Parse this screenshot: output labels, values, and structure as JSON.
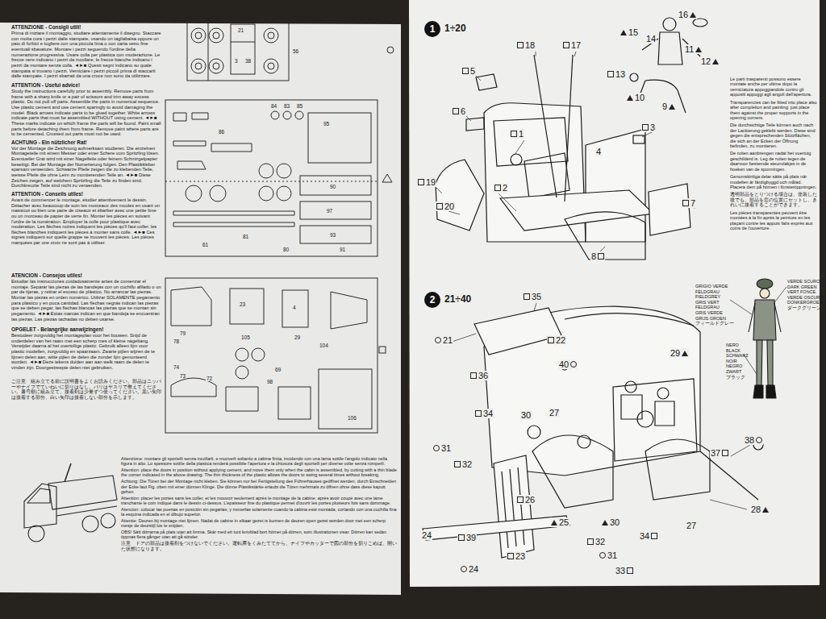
{
  "diagram": {
    "nodes": [
      {
        "text": [
          "1"
        ]
      },
      {
        "text": [
          "2"
        ]
      }
    ],
    "labels": [
      "ATTENZIONE - Consigli utili!",
      "Prima di iniziare il montaggio, studiare attentamente il disegno. Staccare con molta cura i pezzi dalle stampate, usando un tagliabalsa oppure un paio di forbici e togliere con una piccola lima o con carta vetro fine eventuali sbavature. Montare i pezzi seguendo l'ordine della numerazione progressiva. Usare colla per plastica con moderazione. Le frecce nere indicano i pezzi da incollare, le frecce bianche indicano i pezzi da montare senza colla. ◄►■ Questi segni indicano su quale stampata si trovano i pezzi. Verniciare i pezzi piccoli prima di staccarli dalle stampate. I pezzi sbarrati da una croce non sono da utilizzare.",
      "ATTENTION - Useful advice!",
      "Study the instructions carefully prior to assembly. Remove parts from frame with a sharp knife or a pair of scissors and trim away excess plastic. Do not pull off parts. Assemble the parts in numerical sequence. Use plastic cement and use cement sparingly to avoid damaging the model. Black arrows indicate parts to be glued together. White arrows indicate parts that must be assembled WITHOUT using cement. ◄►■ These marks indicate on which frame the parts will be found. Paint small parts before detaching them from frame. Remove paint where parts are to be cemented. Crossed out parts must not be used.",
      "ACHTUNG - Ein nützlicher Rat!",
      "Vor der Montage die Zeichnung aufmerksam studieren. Die einzelnen Montageteile mit einem Messer oder einer Schere vom Spritzling lösen. Eventueller Grat wird mit einer Nagelfeile oder feinem Schmirgelpapier beseitigt. Bei der Montage der Numerierung folgen. Den Plastikkleber sparsam verwenden. Schwarze Pfeile zeigen die zu klebenden Teile, weisse Pfeile die ohne Leim zu montierenden Teile an. ◄►■ Diese Zeichen zeigen, auf welchem Spritzling die Teile zu finden sind. Durchkreuzte Teile sind nicht zu verwenden.",
      "ATTENTION - Conseils utiles!",
      "Avant de commencer le montage, étudier attentivement le dessin. Détacher avec beaucoup de soin les morceaux des moules en usant un massicot ou bien une paire de ciseaux et ébarber avec une petite lime ou un morceau de papier de verre fin. Monter les pièces en suivant l'ordre de la numération. Employer la colle pour plastique avec modération. Les flèches noires indiquent les pièces qu'il faut coller, les flèches blanches indiquent les pièces à monter sans colle. ◄►■ Ces signes indiquent sur quelle grappe se trouvent les pièces. Les pièces marquées par une croix ne sont pas à utiliser.",
      "ATENCION - Consejos utiles!",
      "Estudiar las instrucciones cuidadosamente antes de comenzar el montaje. Separar las piezas de las bandejas con un cuchillo afilado o un par de tijeras, y retirar el exceso de plástico. No arrancar las piezas. Montar las piezas en orden numérico. Utilizar SOLAMENTE pegamento para plástico y en poca cantidad. Las flechas negras indican las piezas que se deben pegar, las flechas blancas las piezas que se montan sin pegamento. ◄►■ Estas marcas indican en que bandeja se encuentran las piezas. Las piezas tachadas no deben usarse.",
      "OPGELET - Belangrijke aanwijzingen!",
      "Bestudeer zorgvuldig het montageplan voor het bouwen. Snijd de onderdelen van het raam met een scherp mes of kleine nageltang. Verwijder daarna al het overtollige plastic. Gebruik alleen lijm voor plastic modellen, zorgvuldig en spaarzaam. Zwarte pijlen wijzen de te lijmen delen aan, witte pijlen de delen die zonder lijm gemonteerd worden. ◄►■ Deze tekens duiden aan aan welk raam de delen te vinden zijn. Doorgestreepte delen niet gebruiken.",
      "ご注意　組み立てる前に説明書をよくお読みください。部品はニッパーやナイフでていねいに切りはなし、バリはヤスリで整えてください。番号順に組み立て、接着剤は少量ずつ使ってください。黒い矢印は接着する部分、白い矢印は接着しない部分を示します。",
      "Attenzione: montare gli sportelli senza incollarli, e muoverli soltanto a cabina finita, incidendo con una lama sottile l'angolo indicato nella figura in alto. Lo spessore sottile della plastica renderà possibile l'apertura e la chiusura degli sportelli per diverse volte senza romperli.",
      "Attention: place the doors in position without applying cement, and move them only when the cabin is assembled, by cutting with a thin blade the corner indicated in the above drawing. The thin thickness of the plastic allows the doors to swing several times without breaking.",
      "Achtung: Die Türen bei der Montage nicht kleben. Sie können nur bei Fertigstellung des Führerhauses geöffnet werden, durch Einschneiden der Ecke laut Fig. oben mit einer dünnen Klinge. Die dünne Plastikstärke erlaubt die Türen mehrmals zu öffnen ohne dass diese kaputt gehen.",
      "Attention: placer les portes sans les coller, et les mouvoir seulement après le montage de la cabine, après avoir coupé avec une lame tranchante le coin indiqué dans le dessin ci-dessus. L'épaisseur fine du plastique permet d'ouvrir les portes plusieurs fois sans dommage.",
      "Atencion: colocar las puertas en posición sin pegarlas, y moverlas solamente cuando la cabina esté montada, cortando con una cuchilla fina la esquina indicada en el dibujo superior.",
      "Attentie: Deuren bij montage niet lijmen. Nadat de cabine in elkaar gezet is kunnen de deuren open gezet worden door met een scherp mesje de deurstijl los te snijden.",
      "OBS! Sätt dörrarna på plats utan att limma. Skär med ett tunt knivblad bort hörnet på dörren, som illustrationen visar. Dörren kan sedan öppnas flera gånger utan att gå sönder.",
      "注意　ドアの部品は接着剤をつけないでください。運転席をくみたててから、ナイフやカッターで図の部分を切りこめば、開いた状態になります。",
      "Le parti trasparenti possono essere montate anche per ultime dopo la verniciatura appoggiandole contro gli appositi appoggi agli angoli dell'apertura.",
      "Transparencies can be fitted into place also after completion and painting: just place them against the proper supports in the opening corners.",
      "Die durchsichtige Teile können auch nach der Lackierung geklebt werden. Diese sind gegen die entsprechenden Stützflächen, die sich an der Ecken der Öffnung befinden, zu montieren.",
      "De ruiten aanbrengen nadat het voertuig geschilderd is. Leg de ruiten tegen de daarvoor bestemde steunvlakjes in de hoeken van de sponningen.",
      "Genomskinliga delar sätts på plats när modellen är färdigbyggd och målad. Placera dem på hörnen i fönsteröppningen.",
      "透明部品をとりつける場合は、塗装した後でも、部品を窓の位置にセットし、きれいに接着することができます。",
      "Les pièces transparentes peuvent être montées à la fin après la peinture en les plaçant contre les appuis faits exprès aux coins de l'ouverture.",
      "1÷20",
      "21÷40",
      "GRIGIO VERDE",
      "FELDGRAU",
      "FIELDGREY",
      "GRIS VERT",
      "FELDGRAU",
      "GRIS VERDE",
      "GRIJS GROEN",
      "フィールドグレー",
      "VERDE SCURO",
      "DARK GREEN",
      "VERT FONCE",
      "VERDE OSCURO",
      "DONKERGROEN",
      "ダークグリーン",
      "NERO",
      "BLACK",
      "SCHWARZ",
      "NOIR",
      "NEGRO",
      "ZWART",
      "ブラック",
      "18",
      "17",
      "15",
      "14",
      "16",
      "11",
      "12",
      "13",
      "10",
      "9",
      "5",
      "6",
      "1",
      "4",
      "3",
      "19",
      "2",
      "20",
      "7",
      "8",
      "35",
      "22",
      "21",
      "29",
      "40",
      "36",
      "34",
      "30",
      "27",
      "31",
      "32",
      "38",
      "37",
      "28",
      "24",
      "39",
      "23",
      "26",
      "25",
      "30",
      "32",
      "31",
      "34",
      "27",
      "33",
      "24",
      "56",
      "21",
      "3",
      "38",
      "84",
      "83",
      "85",
      "95",
      "90",
      "97",
      "93",
      "91",
      "80",
      "81",
      "61",
      "86",
      "4",
      "104",
      "105",
      "79",
      "78",
      "74",
      "73",
      "72",
      "106",
      "98",
      "23",
      "69",
      "29"
    ]
  }
}
